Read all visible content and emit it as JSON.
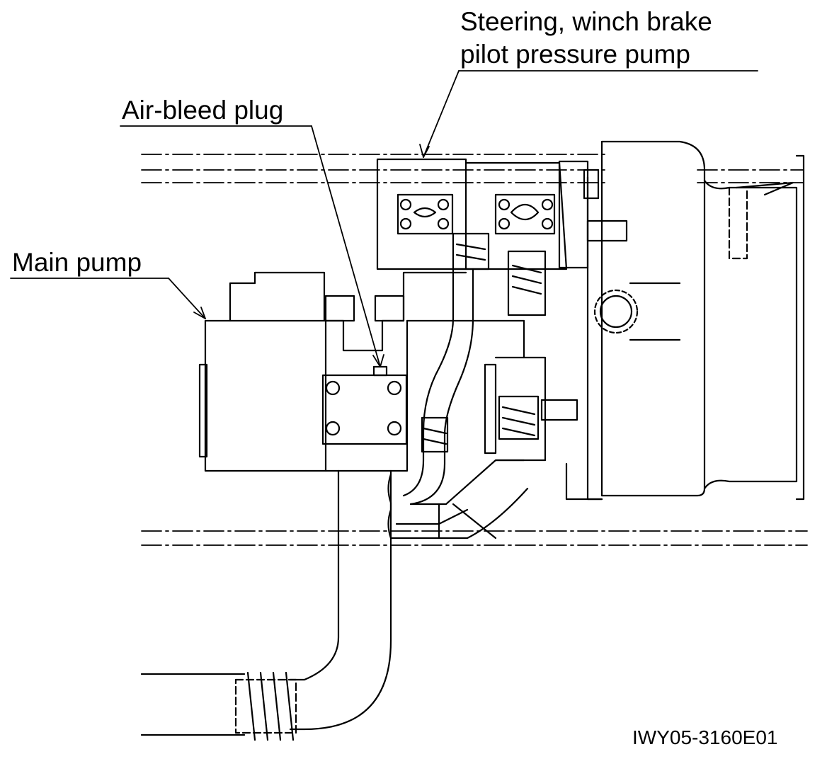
{
  "labels": {
    "steering_line1": "Steering, winch brake",
    "steering_line2": "pilot pressure pump",
    "air_bleed": "Air-bleed plug",
    "main_pump": "Main pump",
    "figure_code": "IWY05-3160E01"
  },
  "colors": {
    "ink": "#000000",
    "paper": "#ffffff"
  }
}
